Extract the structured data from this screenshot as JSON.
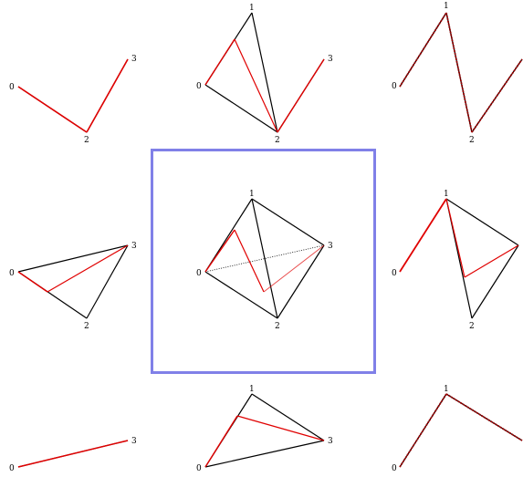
{
  "vertex_labels": [
    "0",
    "1",
    "2",
    "3"
  ],
  "colors": {
    "black": "#000000",
    "red": "#e00000",
    "dark_red": "#a00000",
    "highlight": "#8080e8"
  },
  "panels": [
    {
      "id": "top-left",
      "labels": [
        "0",
        "2",
        "3"
      ]
    },
    {
      "id": "top-center",
      "labels": [
        "0",
        "1",
        "2",
        "3"
      ]
    },
    {
      "id": "top-right",
      "labels": [
        "0",
        "1",
        "2"
      ]
    },
    {
      "id": "middle-left",
      "labels": [
        "0",
        "2",
        "3"
      ]
    },
    {
      "id": "center",
      "labels": [
        "0",
        "1",
        "2",
        "3"
      ],
      "highlighted": true
    },
    {
      "id": "middle-right",
      "labels": [
        "0",
        "1",
        "2"
      ]
    },
    {
      "id": "bottom-left",
      "labels": [
        "0",
        "3"
      ]
    },
    {
      "id": "bottom-center",
      "labels": [
        "0",
        "1",
        "3"
      ]
    },
    {
      "id": "bottom-right",
      "labels": [
        "0",
        "1"
      ]
    }
  ]
}
